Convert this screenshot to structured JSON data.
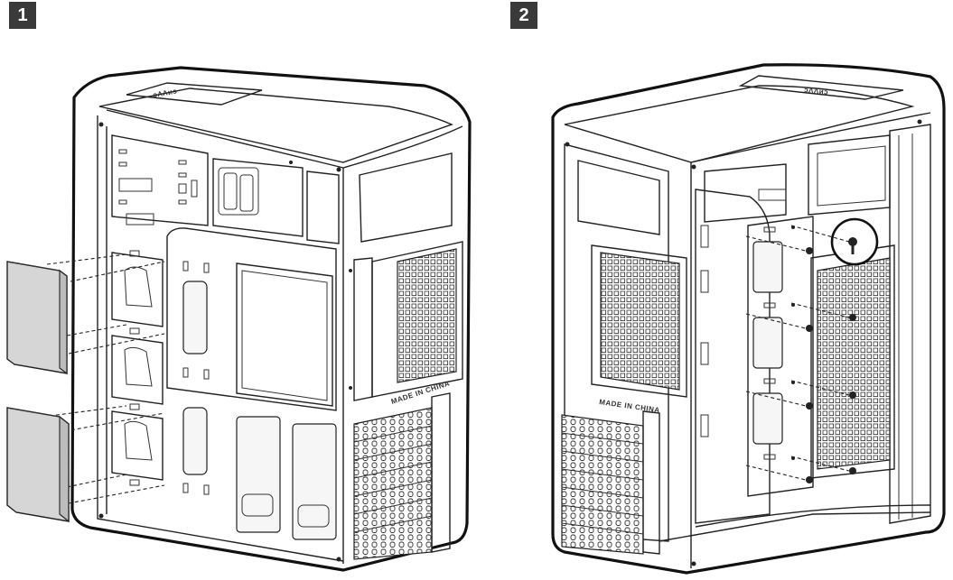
{
  "steps": [
    {
      "number": "1"
    },
    {
      "number": "2"
    }
  ],
  "case_marking": "MADE IN CHINA",
  "colors": {
    "line": "#222222",
    "badge": "#3a3a3a",
    "drive_fill": "#d6d6d6",
    "background": "#ffffff"
  }
}
